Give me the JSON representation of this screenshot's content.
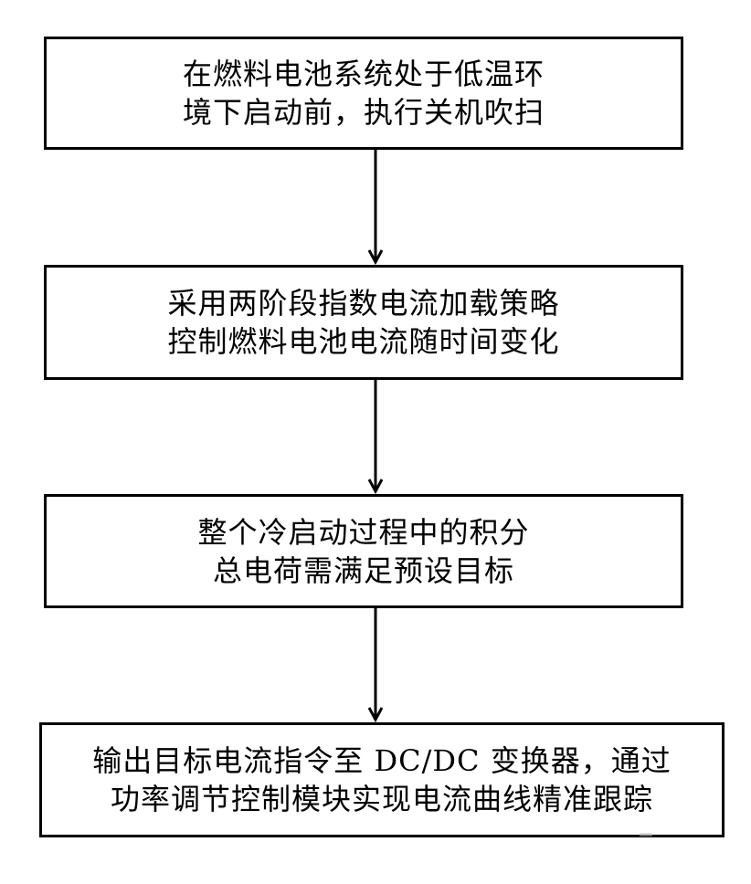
{
  "flowchart": {
    "steps": [
      {
        "lines": [
          "在燃料电池系统处于低温环",
          "境下启动前，执行关机吹扫"
        ]
      },
      {
        "lines": [
          "采用两阶段指数电流加载策略",
          "控制燃料电池电流随时间变化"
        ]
      },
      {
        "lines": [
          "整个冷启动过程中的积分",
          "总电荷需满足预设目标"
        ]
      },
      {
        "lines": [
          "输出目标电流指令至 DC/DC 变换器，通过",
          "功率调节控制模块实现电流曲线精准跟踪"
        ]
      }
    ],
    "connector_color": "#000000",
    "box_border_color": "#000000"
  }
}
